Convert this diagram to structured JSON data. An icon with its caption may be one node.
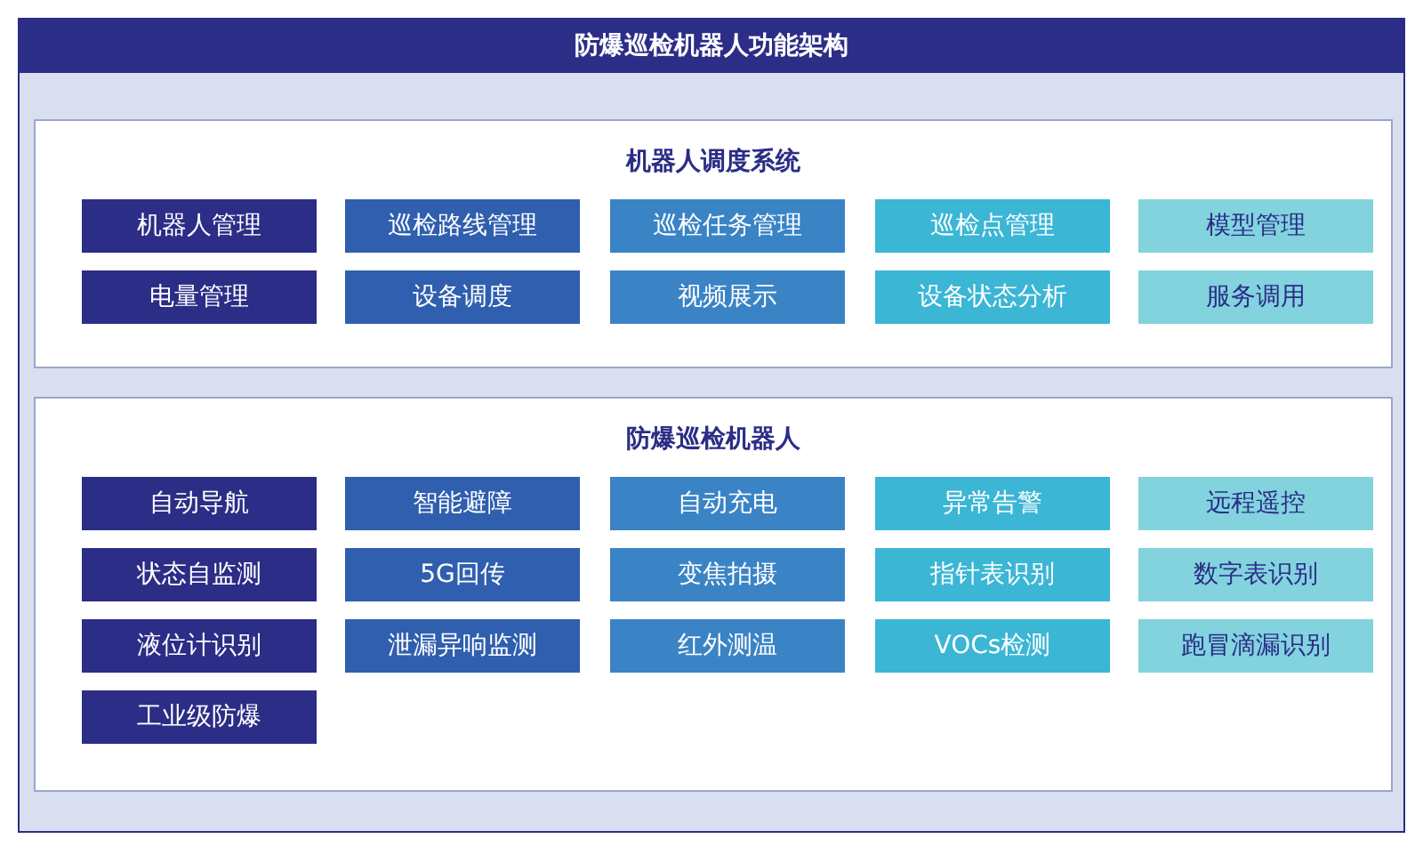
{
  "diagram": {
    "nodes": [
      {
        "text": [
          "防爆巡检机器人功能架构"
        ]
      },
      {
        "text": [
          "机器人调度系统"
        ],
        "in": 0
      },
      {
        "text": [
          "机器人管理"
        ],
        "in": 1
      },
      {
        "text": [
          "巡检路线管理"
        ],
        "in": 1
      },
      {
        "text": [
          "巡检任务管理"
        ],
        "in": 1
      },
      {
        "text": [
          "巡检点管理"
        ],
        "in": 1
      },
      {
        "text": [
          "模型管理"
        ],
        "in": 1
      },
      {
        "text": [
          "电量管理"
        ],
        "in": 1
      },
      {
        "text": [
          "设备调度"
        ],
        "in": 1
      },
      {
        "text": [
          "视频展示"
        ],
        "in": 1
      },
      {
        "text": [
          "设备状态分析"
        ],
        "in": 1
      },
      {
        "text": [
          "服务调用"
        ],
        "in": 1
      },
      {
        "text": [
          "防爆巡检机器人"
        ],
        "in": 0
      },
      {
        "text": [
          "自动导航"
        ],
        "in": 12
      },
      {
        "text": [
          "智能避障"
        ],
        "in": 12
      },
      {
        "text": [
          "自动充电"
        ],
        "in": 12
      },
      {
        "text": [
          "异常告警"
        ],
        "in": 12
      },
      {
        "text": [
          "远程遥控"
        ],
        "in": 12
      },
      {
        "text": [
          "状态自监测"
        ],
        "in": 12
      },
      {
        "text": [
          "5G回传"
        ],
        "in": 12
      },
      {
        "text": [
          "变焦拍摄"
        ],
        "in": 12
      },
      {
        "text": [
          "指针表识别"
        ],
        "in": 12
      },
      {
        "text": [
          "数字表识别"
        ],
        "in": 12
      },
      {
        "text": [
          "液位计识别"
        ],
        "in": 12
      },
      {
        "text": [
          "泄漏异响监测"
        ],
        "in": 12
      },
      {
        "text": [
          "红外测温"
        ],
        "in": 12
      },
      {
        "text": [
          "VOCs检测"
        ],
        "in": 12
      },
      {
        "text": [
          "跑冒滴漏识别"
        ],
        "in": 12
      },
      {
        "text": [
          "工业级防爆"
        ],
        "in": 12
      }
    ]
  }
}
